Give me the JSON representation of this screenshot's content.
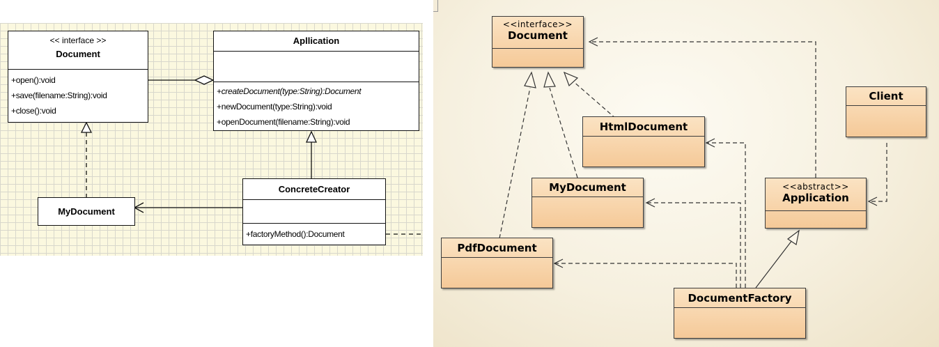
{
  "left_diagram": {
    "document": {
      "stereotype": "<< interface >>",
      "name": "Document",
      "ops": [
        "+open():void",
        "+save(filename:String):void",
        "+close():void"
      ]
    },
    "application": {
      "name": "Apllication",
      "ops": [
        "+createDocument(type:String):Document",
        "+newDocument(type:String):void",
        "+openDocument(filename:String):void"
      ]
    },
    "my_document": {
      "name": "MyDocument"
    },
    "concrete_creator": {
      "name": "ConcreteCreator",
      "ops": [
        "+factoryMethod():Document"
      ]
    },
    "background_color": "#fbf8df"
  },
  "right_diagram": {
    "document": {
      "stereotype": "<<interface>>",
      "name": "Document"
    },
    "client": {
      "name": "Client"
    },
    "html_document": {
      "name": "HtmlDocument"
    },
    "my_document": {
      "name": "MyDocument"
    },
    "application": {
      "stereotype": "<<abstract>>",
      "name": "Application"
    },
    "pdf_document": {
      "name": "PdfDocument"
    },
    "document_factory": {
      "name": "DocumentFactory"
    },
    "box_color": "#f5c998"
  }
}
